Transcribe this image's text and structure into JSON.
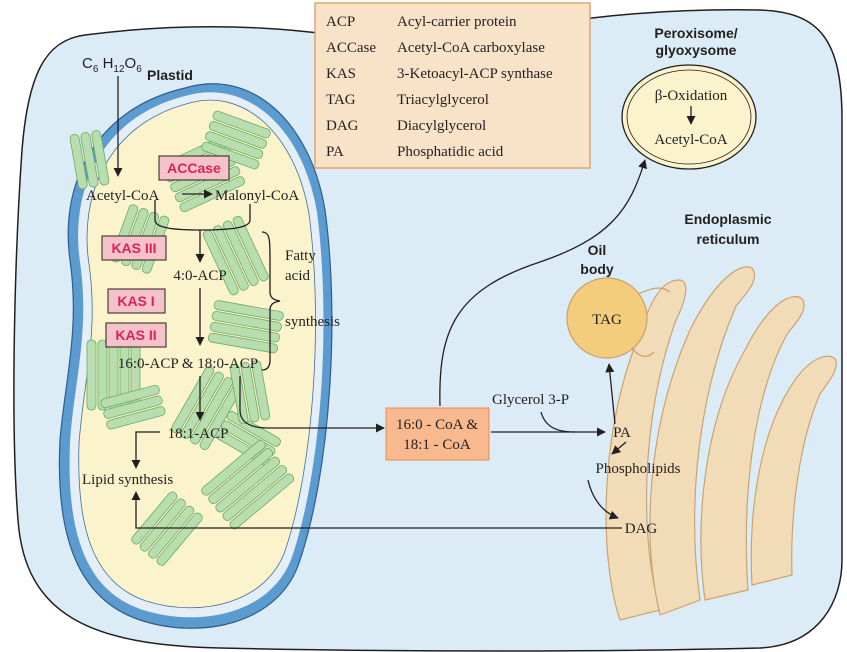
{
  "compartments": {
    "plastid": "Plastid",
    "peroxisome_line1": "Peroxisome/",
    "peroxisome_line2": "glyoxysome",
    "er_line1": "Endoplasmic",
    "er_line2": "reticulum",
    "oil_body_line1": "Oil",
    "oil_body_line2": "body"
  },
  "legend": {
    "entries": [
      {
        "abbr": "ACP",
        "meaning": "Acyl-carrier protein"
      },
      {
        "abbr": "ACCase",
        "meaning": "Acetyl-CoA carboxylase"
      },
      {
        "abbr": "KAS",
        "meaning": "3-Ketoacyl-ACP synthase"
      },
      {
        "abbr": "TAG",
        "meaning": "Triacylglycerol"
      },
      {
        "abbr": "DAG",
        "meaning": "Diacylglycerol"
      },
      {
        "abbr": "PA",
        "meaning": "Phosphatidic acid"
      }
    ]
  },
  "enzymes": {
    "accase": "ACCase",
    "kas3": "KAS III",
    "kas1": "KAS I",
    "kas2": "KAS II"
  },
  "metabolites": {
    "glucose_c": "C",
    "glucose_c_sub": "6",
    "glucose_h": " H",
    "glucose_h_sub": "12",
    "glucose_o": "O",
    "glucose_o_sub": "6",
    "acetyl_coa": "Acetyl-CoA",
    "malonyl_coa": "Malonyl-CoA",
    "acp_4": "4:0-ACP",
    "acp_16_18": "16:0-ACP & 18:0-ACP",
    "acp_18_1": "18:1-ACP",
    "lipid_synthesis": "Lipid synthesis",
    "coa_line1": "16:0 - CoA &",
    "coa_line2": "18:1 - CoA",
    "glycerol_3p": "Glycerol 3-P",
    "pa": "PA",
    "phospholipids": "Phospholipids",
    "dag": "DAG",
    "tag": "TAG",
    "beta_oxidation": "β-Oxidation",
    "peroxisome_acetyl_coa": "Acetyl-CoA"
  },
  "annotations": {
    "fatty_line1": "Fatty",
    "fatty_line2": "acid",
    "fatty_line3": "synthesis"
  },
  "colors": {
    "cell_fill": "#dcecf6",
    "plastid_envelope": "#5b9bd0",
    "plastid_stroma": "#fbf3cc",
    "thylakoid": "#b8deb0",
    "legend_fill": "#f8e2c8",
    "legend_border": "#e2a46a",
    "coa_box": "#f9b98e",
    "enzyme_box": "#f4c2c8",
    "enzyme_text": "#d8245a",
    "oil_body": "#f4cd7c",
    "er_fill": "#f2dcb7",
    "er_stroke": "#c9a46f"
  }
}
